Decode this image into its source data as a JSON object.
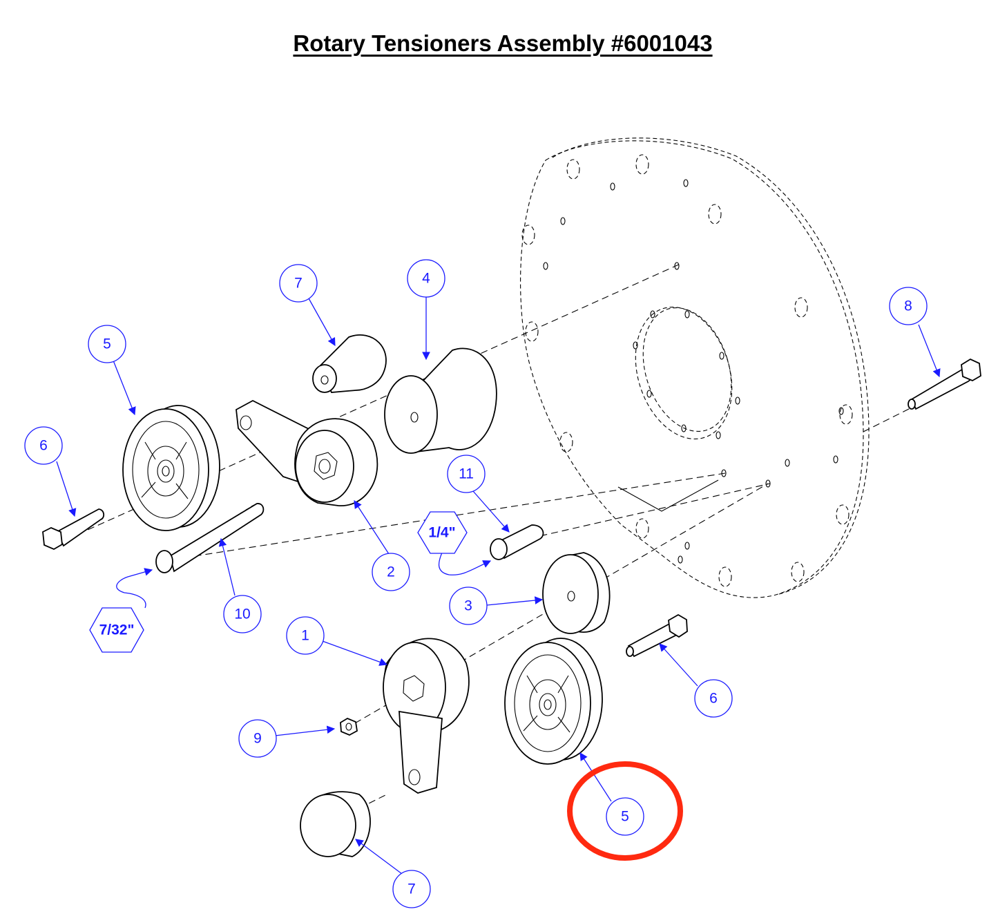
{
  "title": "Rotary Tensioners Assembly #6001043",
  "callouts": {
    "c1": "1",
    "c2": "2",
    "c3": "3",
    "c4": "4",
    "c5_top": "5",
    "c5_bottom": "5",
    "c6_left": "6",
    "c6_right": "6",
    "c7_top": "7",
    "c7_bottom": "7",
    "c8": "8",
    "c9": "9",
    "c10": "10",
    "c11": "11"
  },
  "hex_keys": {
    "left": "7/32\"",
    "right": "1/4\""
  },
  "colors": {
    "callout": "#1a1aff",
    "highlight_ring": "#ff2a10",
    "line": "#000000"
  }
}
